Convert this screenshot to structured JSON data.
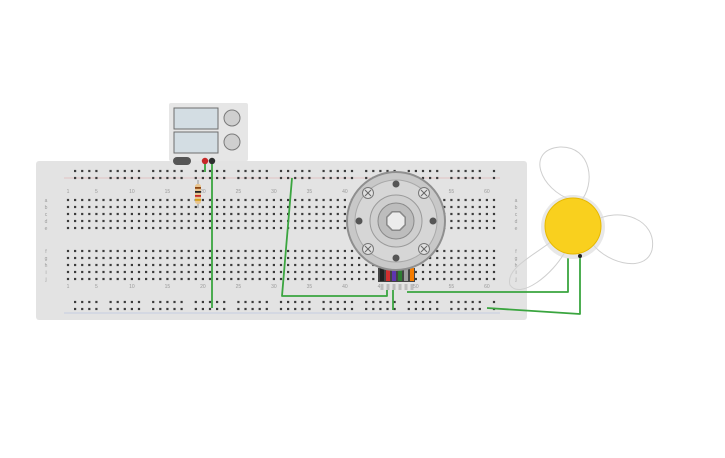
{
  "breadboard": {
    "column_numbers": [
      "1",
      "5",
      "10",
      "15",
      "20",
      "25",
      "30",
      "35",
      "40",
      "45",
      "50",
      "55",
      "60"
    ],
    "row_letters_top": [
      "a",
      "b",
      "c",
      "d",
      "e"
    ],
    "row_letters_bottom": [
      "f",
      "g",
      "h",
      "i",
      "j"
    ],
    "colors": {
      "board": "#e3e3e3",
      "hole": "#3b3b3b",
      "label": "#9a9a9a",
      "rail_plus": "#e06666",
      "rail_minus": "#6d8fd6"
    }
  },
  "power_supply": {
    "display_top": "",
    "display_bottom": "",
    "colors": {
      "body": "#e6e6e6",
      "screen": "#d3dde3",
      "knob": "#cfcfcf",
      "switch": "#555555",
      "terminal_red": "#c62828",
      "terminal_black": "#2e2e2e"
    }
  },
  "motor": {
    "connector_wire_colors": [
      "#222222",
      "#d32f2f",
      "#5e35b1",
      "#2e7d32",
      "#9e9e9e",
      "#f57c00"
    ],
    "colors": {
      "body": "#c8c8c8",
      "rim": "#8f8f8f",
      "shaft": "#ececec"
    }
  },
  "fan": {
    "colors": {
      "hub": "#f9d01e",
      "hub_stroke": "#e6b800",
      "blade_stroke": "#cfcfcf",
      "mount": "#d8d8d8"
    }
  },
  "resistor": {
    "bands": [
      "#8b4513",
      "#222222",
      "#c62828",
      "#d4a017"
    ],
    "colors": {
      "body": "#e8c48f"
    }
  },
  "wires": {
    "color": "#3aa53f"
  }
}
